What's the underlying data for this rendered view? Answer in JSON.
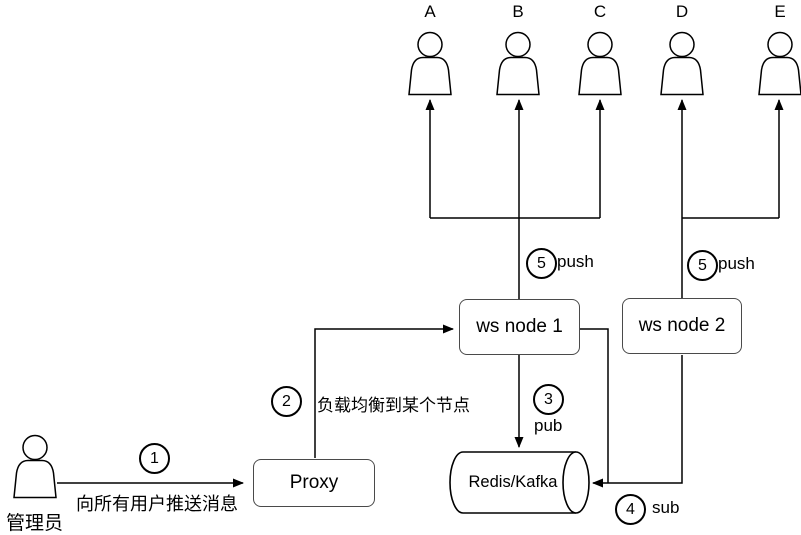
{
  "diagram": {
    "users": [
      {
        "label": "A"
      },
      {
        "label": "B"
      },
      {
        "label": "C"
      },
      {
        "label": "D"
      },
      {
        "label": "E"
      }
    ],
    "admin_label": "管理员",
    "nodes": {
      "proxy": "Proxy",
      "ws1": "ws node 1",
      "ws2": "ws node 2",
      "broker": "Redis/Kafka"
    },
    "steps": {
      "s1": {
        "num": "1",
        "label": "向所有用户推送消息"
      },
      "s2": {
        "num": "2",
        "label": "负载均衡到某个节点"
      },
      "s3": {
        "num": "3",
        "label": "pub"
      },
      "s4": {
        "num": "4",
        "label": "sub"
      },
      "s5a": {
        "num": "5",
        "label": "push"
      },
      "s5b": {
        "num": "5",
        "label": "push"
      }
    },
    "colors": {
      "line": "#000000",
      "box_border": "#4a4a4a",
      "background": "#ffffff"
    }
  }
}
